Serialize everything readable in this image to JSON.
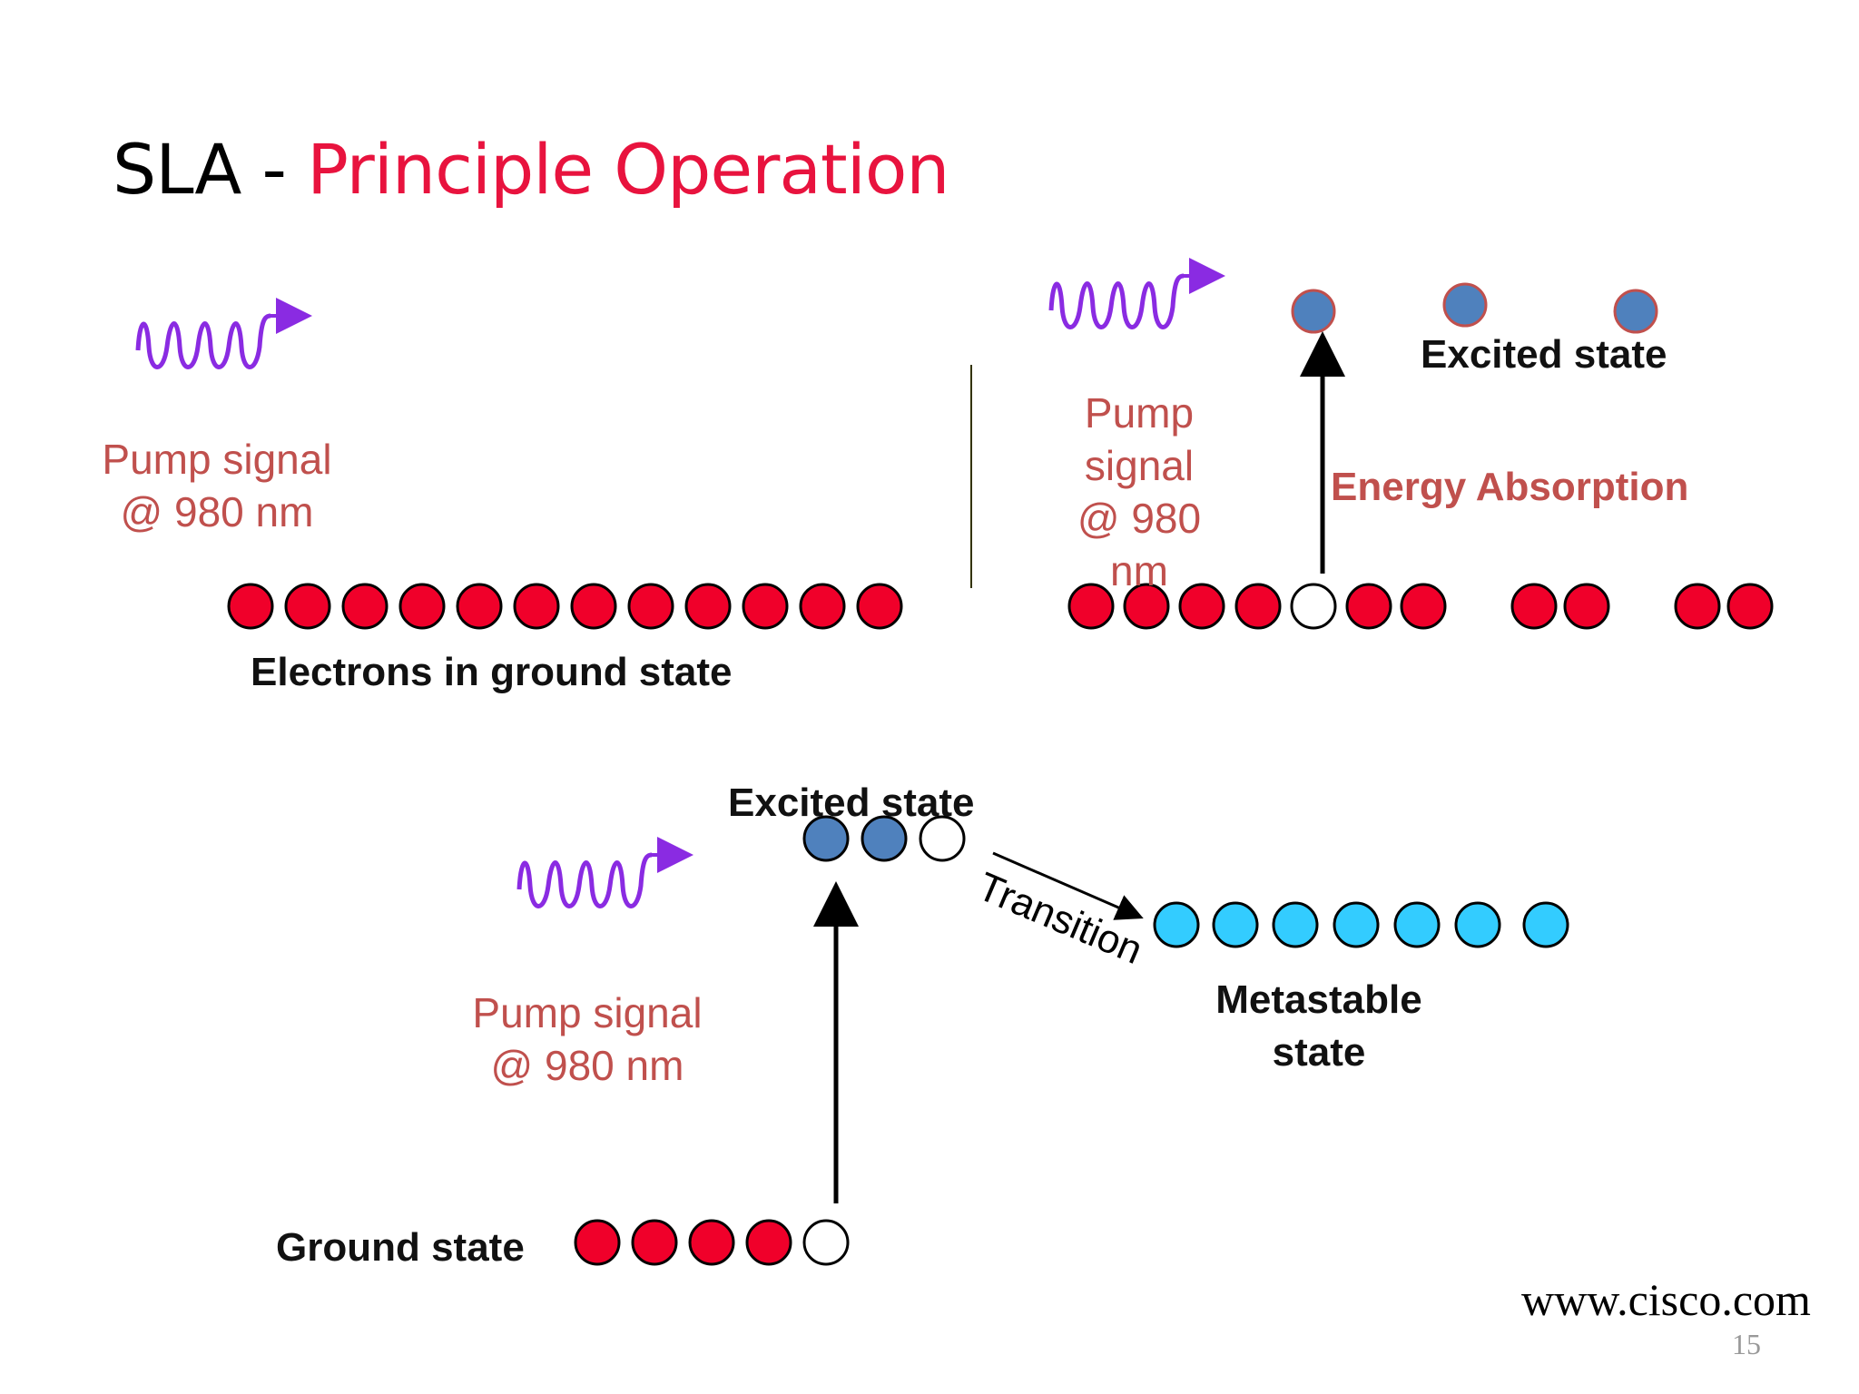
{
  "slide": {
    "title_prefix": "SLA - ",
    "title_highlight": "Principle Operation",
    "footer_url": "www.cisco.com",
    "page_number": "15"
  },
  "panel_left": {
    "pump_line1": "Pump signal",
    "pump_line2": "@ 980 nm",
    "ground_label": "Electrons in ground state"
  },
  "panel_right": {
    "pump_line1": "Pump",
    "pump_line2": "signal",
    "pump_line3": "@ 980",
    "pump_line4": "nm",
    "excited_label": "Excited state",
    "absorption_label": "Energy Absorption"
  },
  "panel_bottom": {
    "pump_line1": "Pump signal",
    "pump_line2": "@ 980 nm",
    "excited_label": "Excited state",
    "transition_label": "Transition",
    "metastable_line1": "Metastable",
    "metastable_line2": "state",
    "ground_label": "Ground state"
  },
  "colors": {
    "title_highlight": "#e8133e",
    "electron_ground": "#f0002a",
    "electron_excited": "#4f81bd",
    "electron_metastable": "#33ccff",
    "pump_wave": "#8a2be2",
    "pump_text": "#c0504d"
  },
  "electrons": {
    "left_ground_count": 12,
    "right_ground": [
      "filled",
      "filled",
      "filled",
      "filled",
      "hole",
      "filled",
      "filled",
      "filled",
      "filled",
      "filled",
      "filled"
    ],
    "right_excited_count": 3,
    "bottom_excited": [
      "excited",
      "excited",
      "hole"
    ],
    "bottom_metastable_count": 7,
    "bottom_ground": [
      "filled",
      "filled",
      "filled",
      "filled",
      "hole"
    ]
  }
}
